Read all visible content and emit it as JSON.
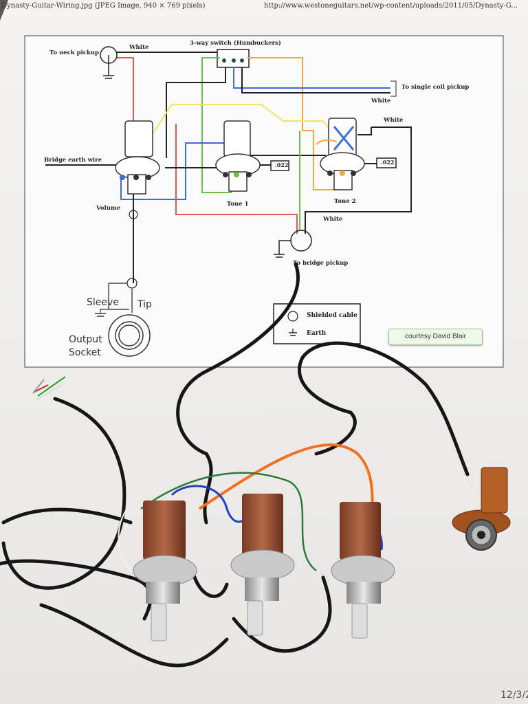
{
  "header": {
    "left": "Dynasty-Guitar-Wiring.jpg (JPEG Image, 940 × 769 pixels)",
    "right": "http://www.westoneguitars.net/wp-content/uploads/2011/05/Dynasty-G..."
  },
  "diagram": {
    "to_neck_pickup": "To neck pickup",
    "white_1": "White",
    "switch_label": "3-way switch (Humbuckers)",
    "to_single_coil": "To single coil pickup",
    "white_2": "White",
    "white_3": "White",
    "bridge_earth_wire": "Bridge earth wire",
    "cap_1": ".022",
    "cap_2": ".022",
    "volume": "Volume",
    "tone_1": "Tone 1",
    "tone_2": "Tone 2",
    "white_4": "White",
    "to_bridge_pickup": "To bridge pickup",
    "sleeve": "Sleeve",
    "tip": "Tip",
    "output": "Output",
    "socket": "Socket",
    "shielded_cable": "Shielded cable",
    "earth": "Earth",
    "courtesy": "courtesy David Blair"
  },
  "datestamp": "12/3/2"
}
